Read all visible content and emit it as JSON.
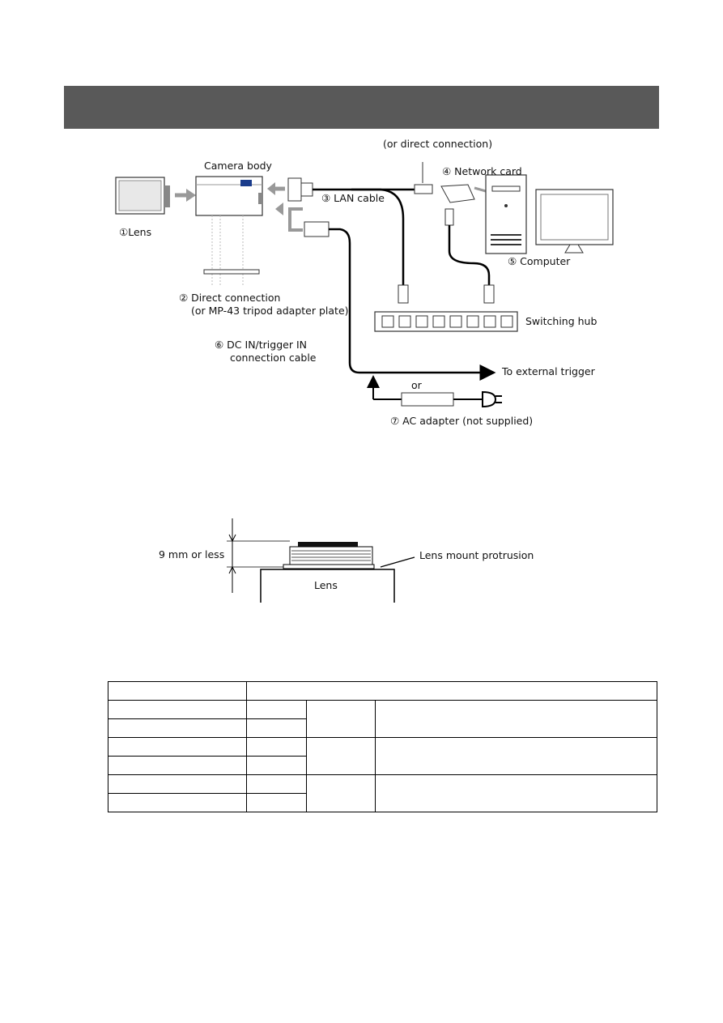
{
  "section_header": {
    "color": "#595959"
  },
  "diagram": {
    "direct_connection_note": "(or direct connection)",
    "camera_body": "Camera body",
    "network_card": "④ Network card",
    "lens": "①Lens",
    "lan_cable": "③ LAN cable",
    "computer": "⑤ Computer",
    "direct_connection_line1": "② Direct connection",
    "direct_connection_line2": "(or MP-43 tripod adapter plate)",
    "switching_hub": "Switching hub",
    "dc_cable_line1": "⑥ DC IN/trigger IN",
    "dc_cable_line2": "connection cable",
    "to_external_trigger": "To external trigger",
    "or": "or",
    "ac_adapter": "⑦ AC adapter (not supplied)"
  },
  "lens_mount_diagram": {
    "dimension": "9 mm or less",
    "protrusion": "Lens mount protrusion",
    "lens": "Lens"
  },
  "table": {
    "rows": 7,
    "note": "empty table grid"
  }
}
